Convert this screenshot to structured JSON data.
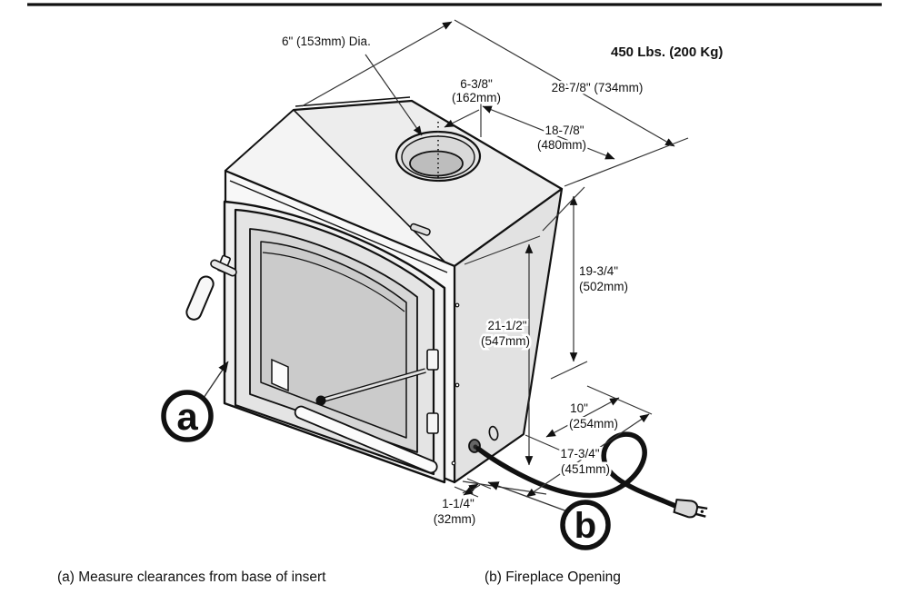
{
  "diagram": {
    "labels": {
      "flue_diameter": "6\" (153mm) Dia.",
      "weight": "450 Lbs. (200 Kg)"
    },
    "dimensions": {
      "overall_depth": "28-7/8\" (734mm)",
      "flue_center_offset": {
        "inches": "6-3/8\"",
        "metric": "(162mm)"
      },
      "flue_to_back": {
        "inches": "18-7/8\"",
        "metric": "(480mm)"
      },
      "rear_height": {
        "inches": "19-3/4\"",
        "metric": "(502mm)"
      },
      "front_height": {
        "inches": "21-1/2\"",
        "metric": "(547mm)"
      },
      "rear_depth": {
        "inches": "10\"",
        "metric": "(254mm)"
      },
      "cord_exit": {
        "inches": "17-3/4\"",
        "metric": "(451mm)"
      },
      "base_lip": {
        "inches": "1-1/4\"",
        "metric": "(32mm)"
      }
    },
    "callouts": {
      "a_letter": "a",
      "b_letter": "b"
    },
    "captions": {
      "a": "(a) Measure clearances from base of insert",
      "b": "(b) Fireplace Opening"
    },
    "colors": {
      "line": "#111111",
      "fill_top": "#ededed",
      "fill_side": "#e2e2e2",
      "fill_front": "#f8f8f8",
      "glass": "#cbcbcb"
    }
  }
}
